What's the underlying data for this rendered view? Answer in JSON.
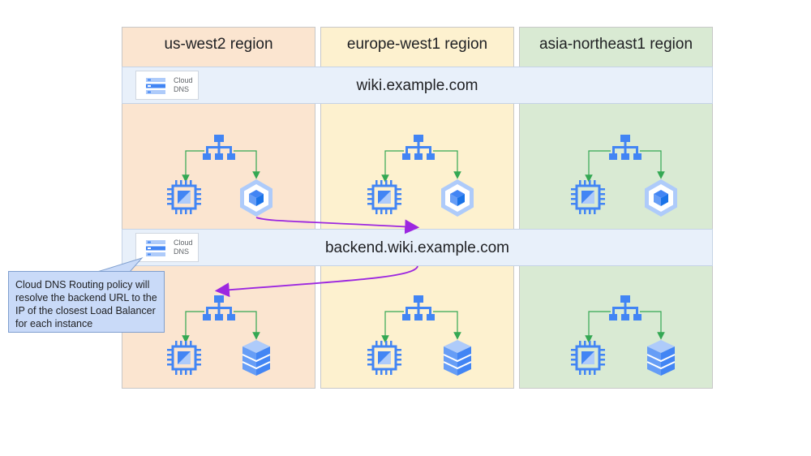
{
  "regions": [
    {
      "title": "us-west2 region",
      "color": "#fbe5d0"
    },
    {
      "title": "europe-west1 region",
      "color": "#fdf1cf"
    },
    {
      "title": "asia-northeast1 region",
      "color": "#d9ead3"
    }
  ],
  "frontend_band": {
    "hostname": "wiki.example.com",
    "dns_label_line1": "Cloud",
    "dns_label_line2": "DNS"
  },
  "backend_band": {
    "hostname": "backend.wiki.example.com",
    "dns_label_line1": "Cloud",
    "dns_label_line2": "DNS"
  },
  "callout": {
    "text": "Cloud DNS Routing policy will resolve the backend URL to the IP of the closest Load Balancer for each instance"
  },
  "colors": {
    "icon_blue": "#4285f4",
    "icon_light_blue": "#aecbfa",
    "connector_green": "#34a853",
    "routing_arrow_purple": "#9c27e0"
  },
  "icons": {
    "load_balancer": "load-balancer-icon",
    "compute": "compute-engine-icon",
    "kubernetes": "kubernetes-engine-icon",
    "database": "database-icon",
    "dns": "cloud-dns-icon"
  }
}
